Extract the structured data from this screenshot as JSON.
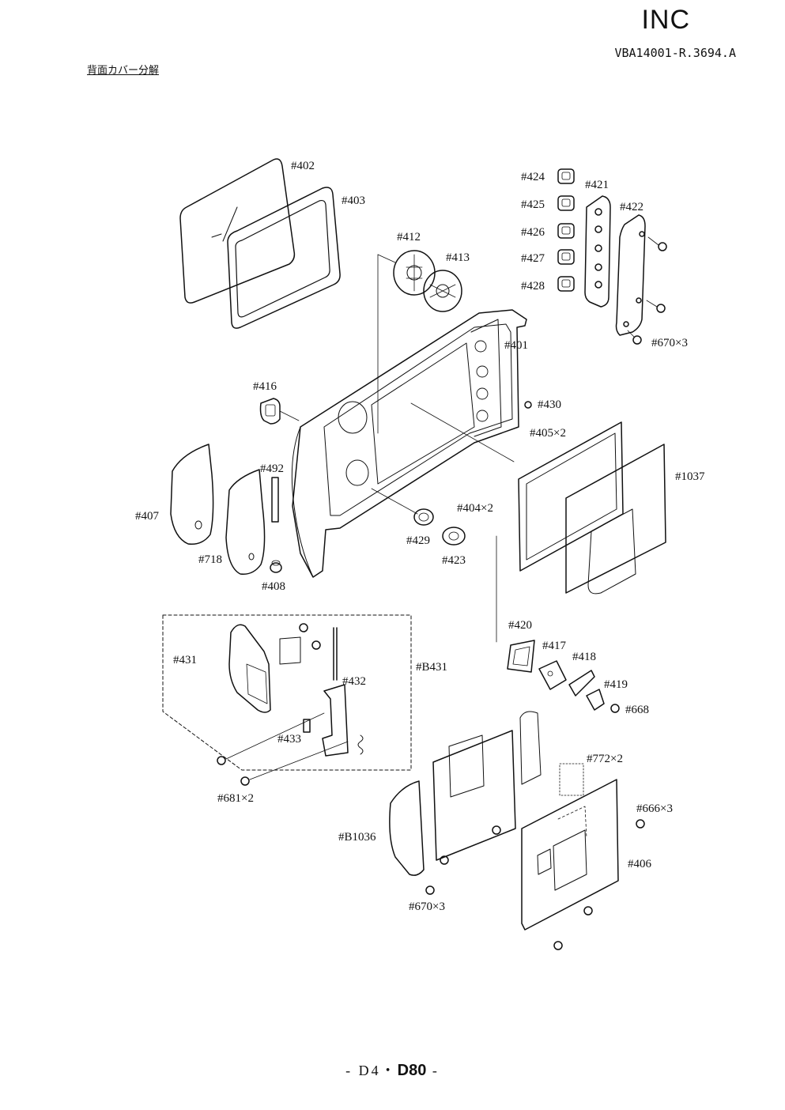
{
  "header": {
    "brand": "INC",
    "doc_number": "VBA14001-R.3694.A",
    "section_title": "背面カバー分解"
  },
  "labels": {
    "p402": "#402",
    "p403": "#403",
    "p424": "#424",
    "p421": "#421",
    "p425": "#425",
    "p422": "#422",
    "p426": "#426",
    "p412": "#412",
    "p427": "#427",
    "p413": "#413",
    "p428": "#428",
    "p401": "#401",
    "p670_top": "#670×3",
    "p416": "#416",
    "p430": "#430",
    "p405": "#405×2",
    "p492": "#492",
    "p1037": "#1037",
    "p404": "#404×2",
    "p407": "#407",
    "p429": "#429",
    "p423": "#423",
    "p718": "#718",
    "p408": "#408",
    "p420": "#420",
    "p417": "#417",
    "p418": "#418",
    "p431": "#431",
    "pB431": "#B431",
    "p432": "#432",
    "p419": "#419",
    "p668": "#668",
    "p433": "#433",
    "p772": "#772×2",
    "p681": "#681×2",
    "p666": "#666×3",
    "pB1036": "#B1036",
    "p406": "#406",
    "p670_bottom": "#670×3"
  },
  "footer": {
    "prefix": "- D4・",
    "model": "D80",
    "suffix": " -"
  }
}
